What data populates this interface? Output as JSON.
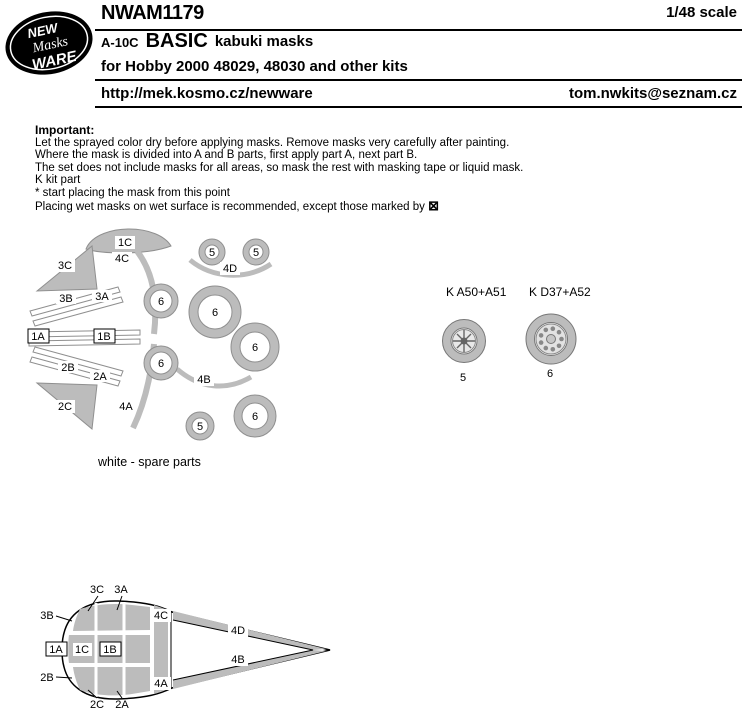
{
  "header": {
    "code": "NWAM1179",
    "scale": "1/48 scale",
    "title_aircraft": "A-10C",
    "title_grade": "BASIC",
    "title_suffix": "kabuki masks",
    "subtitle": "for Hobby 2000 48029, 48030 and other kits",
    "url": "http://mek.kosmo.cz/newware",
    "email": "tom.nwkits@seznam.cz",
    "logo": {
      "top": "NEW",
      "middle": "Masks",
      "bottom": "WARE"
    }
  },
  "notes": {
    "heading": "Important:",
    "line1": "Let the sprayed color dry before applying masks. Remove masks very carefully after painting.",
    "line2": "Where the mask is divided into A and B parts, first apply part A, next part B.",
    "line3": "The set does not include masks for all areas, so mask the rest with masking tape or liquid mask.",
    "line4": "K kit part",
    "line5": "* start placing the mask from this point",
    "line6": "Placing wet masks on wet surface is recommended, except those marked by",
    "no_wet_icon": "⊠"
  },
  "parts": {
    "1a": "1A",
    "1b": "1B",
    "1c": "1C",
    "2a": "2A",
    "2b": "2B",
    "2c": "2C",
    "3a": "3A",
    "3b": "3B",
    "3c": "3C",
    "4a": "4A",
    "4b": "4B",
    "4c": "4C",
    "4d": "4D",
    "5": "5",
    "6": "6"
  },
  "wheels": {
    "left_caption": "K A50+A51",
    "right_caption": "K D37+A52",
    "left_num": "5",
    "right_num": "6"
  },
  "spare_note": "white - spare parts",
  "colors": {
    "mask_gray": "#bcbcbc",
    "mask_outline": "#8f8f8f"
  }
}
